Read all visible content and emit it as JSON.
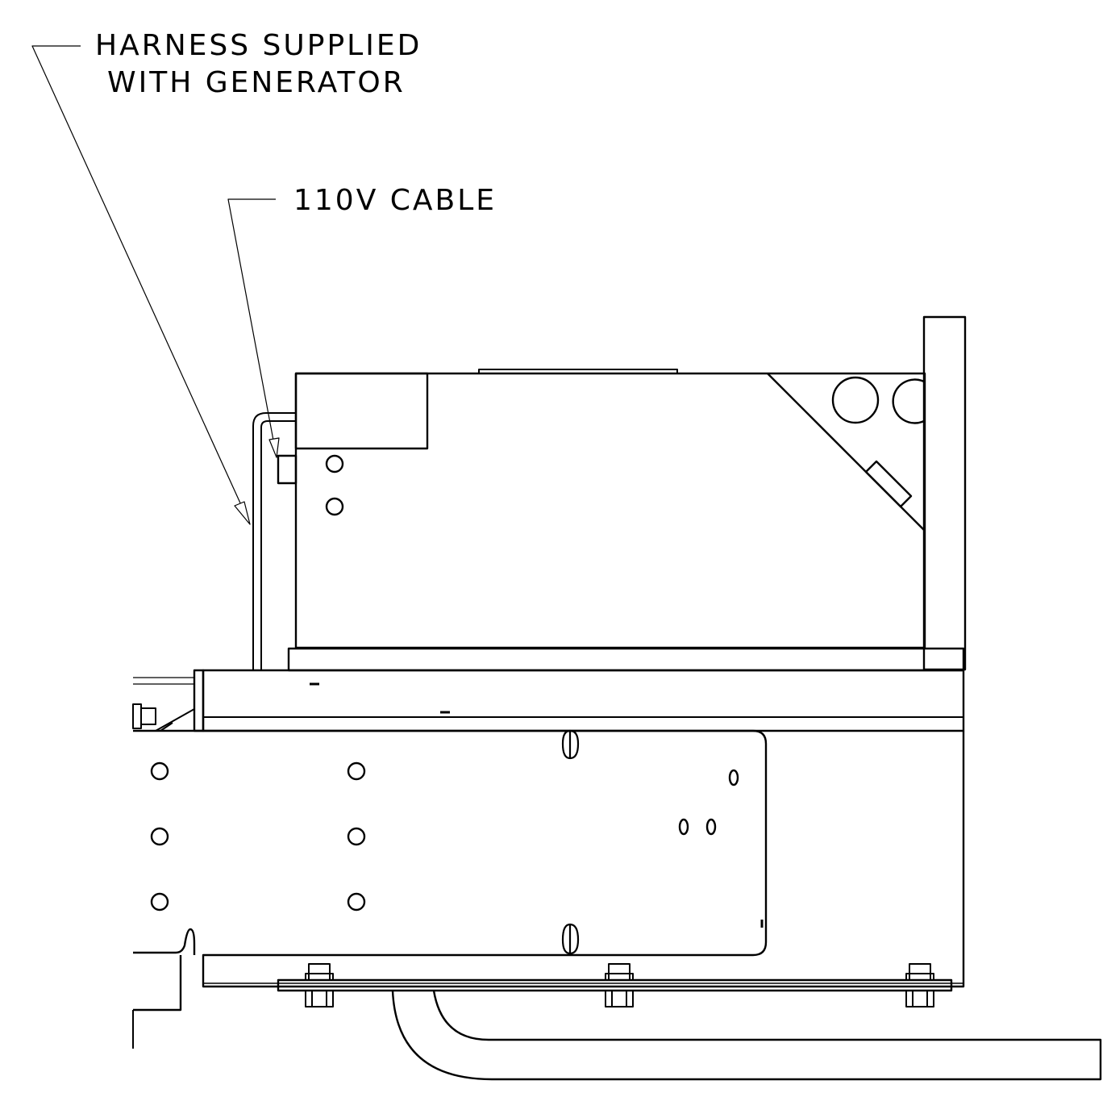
{
  "callouts": {
    "harness": {
      "line1": "HARNESS SUPPLIED",
      "line2": "WITH GENERATOR"
    },
    "cable": {
      "text": "110V CABLE"
    }
  },
  "colors": {
    "ink": "#000000",
    "paper": "#ffffff"
  }
}
